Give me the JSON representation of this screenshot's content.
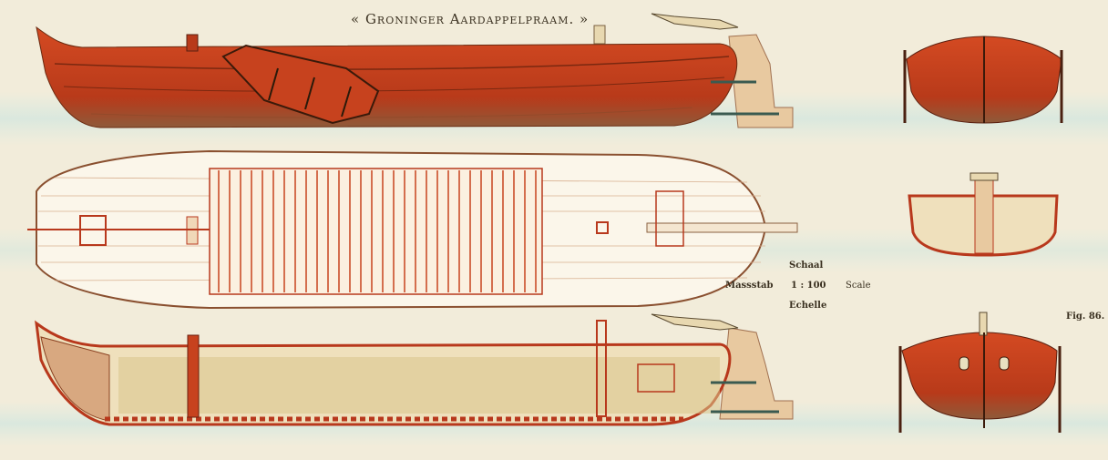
{
  "title": "« Groninger Aardappelpraam. »",
  "scale": {
    "nl": "Schaal",
    "de": "Massstab",
    "ratio": "1 : 100",
    "en": "Scale",
    "fr": "Echelle"
  },
  "figure": "Fig. 86.",
  "colors": {
    "hull_red": "#c7421e",
    "hull_dark": "#9a2e14",
    "wood": "#e8c9a0",
    "paper": "#f2ecda",
    "line_red": "#b8381c"
  }
}
